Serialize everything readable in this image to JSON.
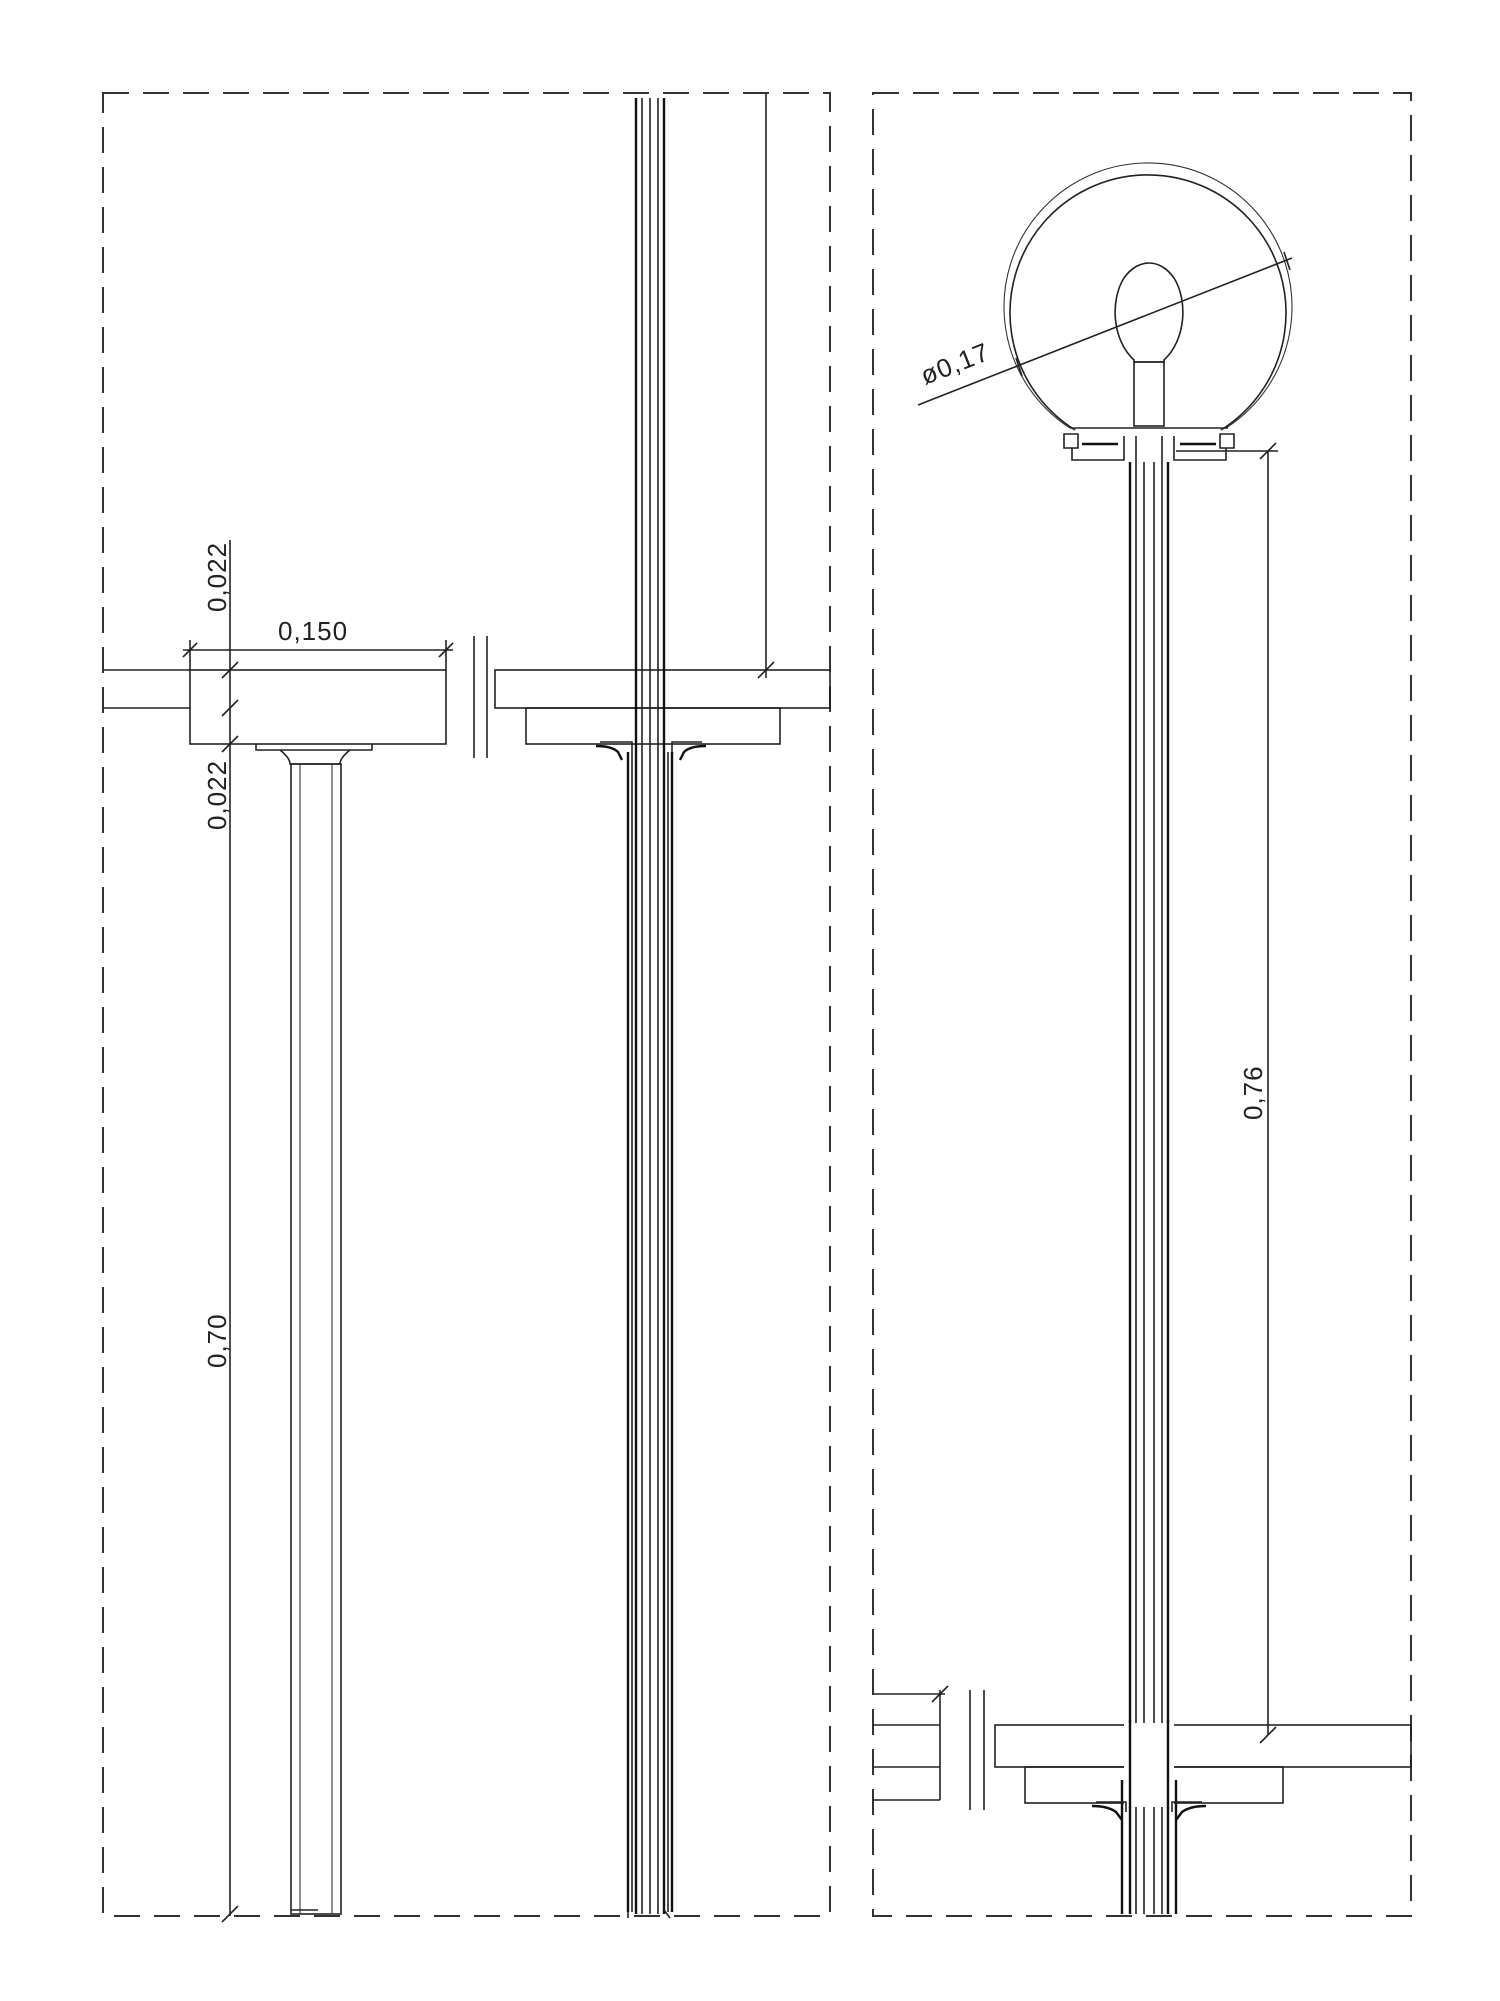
{
  "dimensions": {
    "flange_top": "0,022",
    "flange_width": "0,150",
    "flange_bottom": "0,022",
    "rod_length": "0,70",
    "globe_diameter": "ø0,17",
    "stem_length": "0,76"
  },
  "colors": {
    "line": "#222222",
    "background": "#ffffff"
  }
}
